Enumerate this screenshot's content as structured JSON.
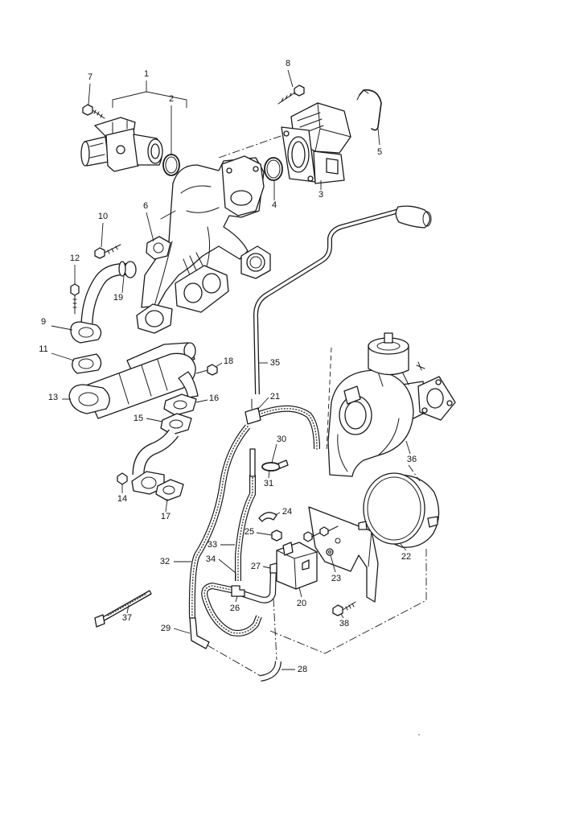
{
  "diagram": {
    "callouts": [
      "1",
      "2",
      "3",
      "4",
      "5",
      "6",
      "7",
      "8",
      "9",
      "10",
      "11",
      "12",
      "13",
      "14",
      "15",
      "16",
      "17",
      "18",
      "19",
      "20",
      "21",
      "22",
      "23",
      "24",
      "25",
      "26",
      "27",
      "28",
      "29",
      "30",
      "31",
      "32",
      "33",
      "34",
      "35",
      "36",
      "37",
      "38"
    ]
  }
}
